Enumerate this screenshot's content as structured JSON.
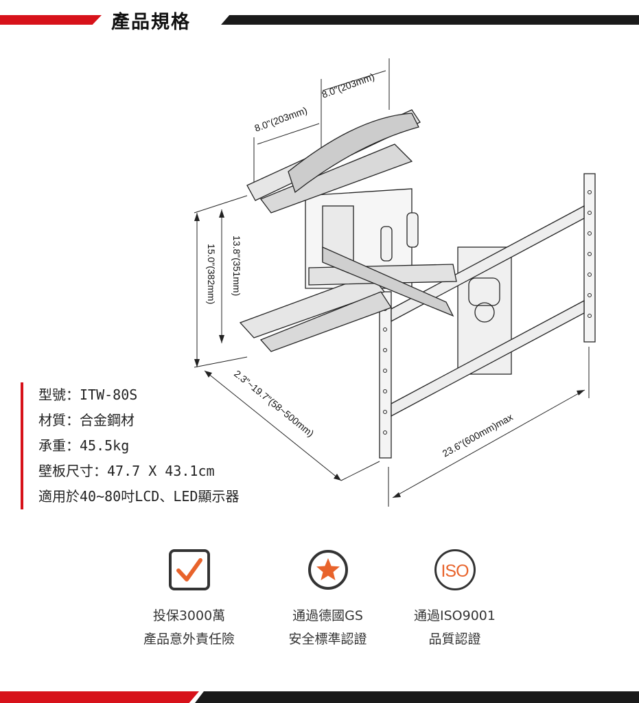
{
  "header": {
    "title": "產品規格"
  },
  "dimensions": {
    "width_top_left": "8.0\"(203mm)",
    "width_top_right": "8.0\"(203mm)",
    "height_outer": "15.0\"(382mm)",
    "height_inner": "13.8\"(351mm)",
    "extension": "2.3\"~19.7\"(58~500mm)",
    "plate_width": "23.6\"(600mm)max"
  },
  "specs": [
    "型號：ITW-80S",
    "材質：合金鋼材",
    "承重：45.5kg",
    "壁板尺寸：47.7 X 43.1cm",
    "適用於40~80吋LCD、LED顯示器"
  ],
  "badges": [
    {
      "icon": "checkbox-icon",
      "line1": "投保3000萬",
      "line2": "產品意外責任險"
    },
    {
      "icon": "star-icon",
      "line1": "通過德國GS",
      "line2": "安全標準認證"
    },
    {
      "icon": "iso-icon",
      "iso_label": "ISO",
      "line1": "通過ISO9001",
      "line2": "品質認證"
    }
  ],
  "colors": {
    "accent_red": "#d7121a",
    "icon_orange": "#e8632b",
    "dark": "#1a1a1a"
  }
}
